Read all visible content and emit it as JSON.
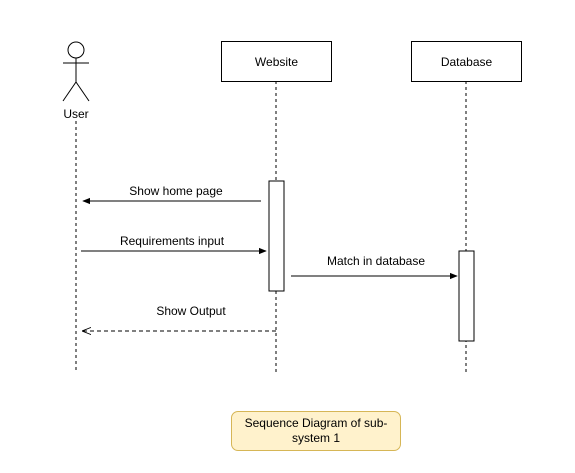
{
  "participants": {
    "user": {
      "label": "User"
    },
    "website": {
      "label": "Website"
    },
    "database": {
      "label": "Database"
    }
  },
  "messages": [
    {
      "label": "Show home page",
      "style": "solid"
    },
    {
      "label": "Requirements input",
      "style": "solid"
    },
    {
      "label": "Match in database",
      "style": "solid"
    },
    {
      "label": "Show Output",
      "style": "dashed-return"
    }
  ],
  "note": {
    "text": "Sequence Diagram of sub-system 1"
  },
  "colors": {
    "note_fill": "#fff2cc",
    "note_border": "#d6b656",
    "line": "#000000"
  }
}
